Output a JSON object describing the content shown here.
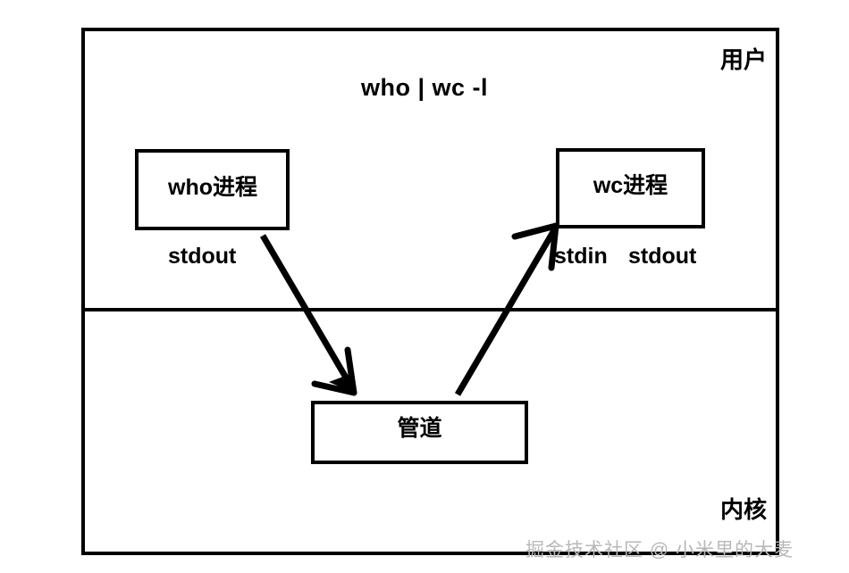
{
  "diagram": {
    "command": "who | wc -l",
    "zones": {
      "user": "用户",
      "kernel": "内核"
    },
    "boxes": {
      "who_process": "who进程",
      "wc_process": "wc进程",
      "pipe": "管道"
    },
    "stream_labels": {
      "who_stdout": "stdout",
      "wc_stdin": "stdin",
      "wc_stdout": "stdout"
    },
    "watermark": "掘金技术社区 @ 小米里的大麦",
    "colors": {
      "stroke": "#000000",
      "background": "#ffffff",
      "watermark": "#b8b8b8"
    }
  }
}
